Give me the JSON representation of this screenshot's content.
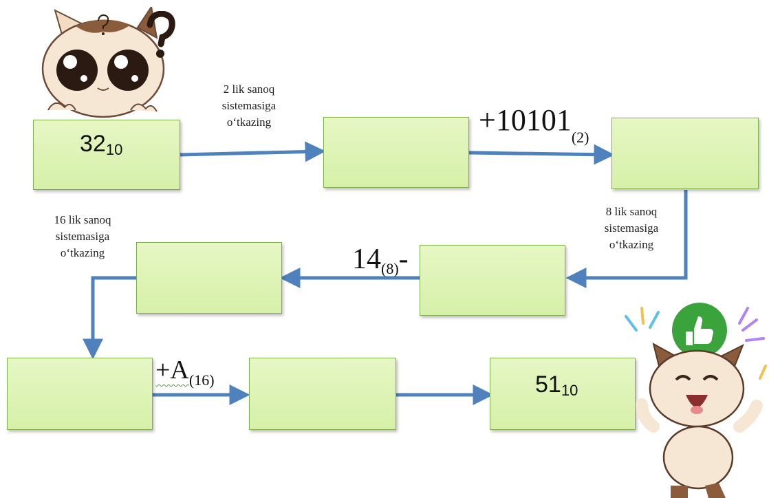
{
  "boxes": {
    "start": {
      "value": "32",
      "base": "10"
    },
    "final": {
      "value": "51",
      "base": "10"
    }
  },
  "labels": {
    "to_binary": [
      "2 lik sanoq",
      "sistemasiga",
      "o‘tkazing"
    ],
    "to_octal": [
      "8 lik sanoq",
      "sistemasiga",
      "o‘tkazing"
    ],
    "to_hex": [
      "16 lik sanoq",
      "sistemasiga",
      "o‘tkazing"
    ]
  },
  "operations": {
    "add_binary": {
      "text": "+10101",
      "base": "(2)"
    },
    "sub_octal": {
      "text": "14",
      "base": "(8)",
      "suffix": "-"
    },
    "add_hex": {
      "text": "+A",
      "base": "(16)"
    }
  },
  "colors": {
    "arrow": "#4f81bd",
    "box_fill": "#d6f0a9",
    "box_border": "#7fb04a",
    "thumbs_badge": "#3ba33b"
  },
  "icons": [
    "question-mark-icon",
    "thumbs-up-icon"
  ]
}
